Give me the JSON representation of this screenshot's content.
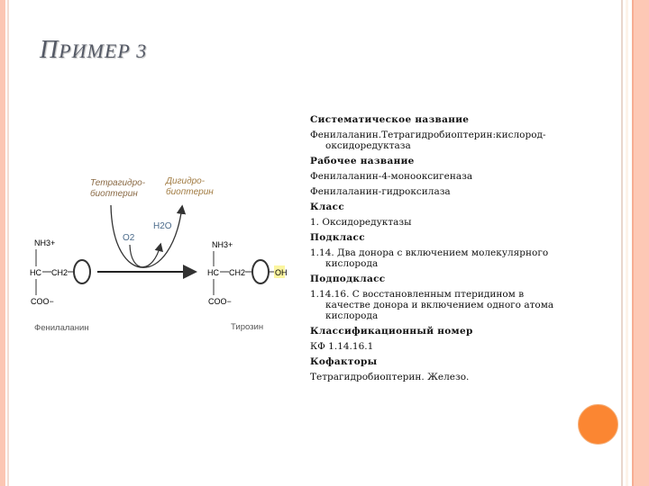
{
  "slide": {
    "title_first": "П",
    "title_rest": "РИМЕР 3",
    "colors": {
      "accent_circle": "#fb8632",
      "stripe": "#fcc6b3",
      "title": "#555a66"
    }
  },
  "diagram": {
    "cofactor_in": [
      "Тетрагидро-",
      "биоптерин"
    ],
    "cofactor_out": [
      "Дигидро-",
      "биоптерин"
    ],
    "o2": "O2",
    "h2o": "H2O",
    "substrate": {
      "nh3": "NH3+",
      "hc": "HC",
      "ch2": "CH2",
      "coo": "COO−",
      "name": "Фенилаланин"
    },
    "product": {
      "nh3": "NH3+",
      "hc": "HC",
      "ch2": "CH2",
      "coo": "COO−",
      "oh": "OH",
      "name": "Тирозин"
    }
  },
  "info": [
    {
      "type": "h",
      "text": "Систематическое название"
    },
    {
      "type": "t",
      "text": "Фенилаланин.Тетрагидробиоптерин:кислород-оксидоредуктаза"
    },
    {
      "type": "h",
      "text": "Рабочее название"
    },
    {
      "type": "t",
      "text": "Фенилаланин-4-монооксигеназа"
    },
    {
      "type": "t",
      "text": "Фенилаланин-гидроксилаза"
    },
    {
      "type": "h",
      "text": "Класс"
    },
    {
      "type": "t",
      "text": "1. Оксидоредуктазы"
    },
    {
      "type": "h",
      "text": "Подкласс"
    },
    {
      "type": "t",
      "text": "1.14. Два донора с включением молекулярного кислорода"
    },
    {
      "type": "h",
      "text": "Подподкласс"
    },
    {
      "type": "t",
      "text": "1.14.16. С восстановленным птеридином в качестве донора и включением одного атома кислорода"
    },
    {
      "type": "h",
      "text": "Классификационный номер"
    },
    {
      "type": "t",
      "text": "КФ 1.14.16.1"
    },
    {
      "type": "h",
      "text": "Кофакторы"
    },
    {
      "type": "t",
      "text": "Тетрагидробиоптерин. Железо."
    }
  ]
}
